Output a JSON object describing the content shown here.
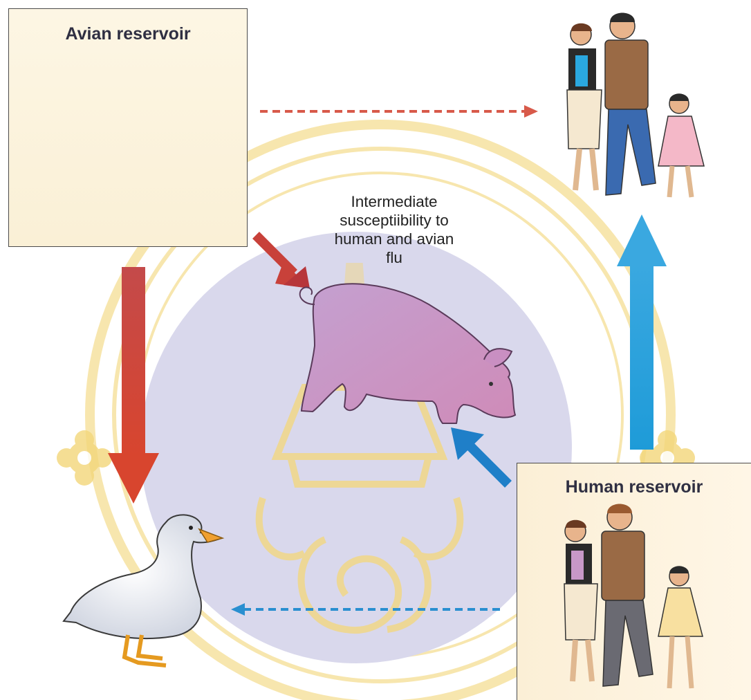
{
  "avian_reservoir": {
    "title": "Avian reservoir"
  },
  "human_reservoir": {
    "title": "Human reservoir"
  },
  "pig": {
    "note": "Intermediate susceptiibility to human and avian flu"
  },
  "colors": {
    "avian_arrow": "#c8413a",
    "human_arrow": "#2aa2dc",
    "pig_circle": "#d9d8ec",
    "pig_body": "#c98fc2",
    "avian_virus": "#5a2a2a",
    "human_virus": "#2a4a6a",
    "watermark": "#f3d77a"
  },
  "icons": [
    "avian-virus-icon",
    "human-virus-icon",
    "duck-icon",
    "pig-icon",
    "family-icon"
  ]
}
